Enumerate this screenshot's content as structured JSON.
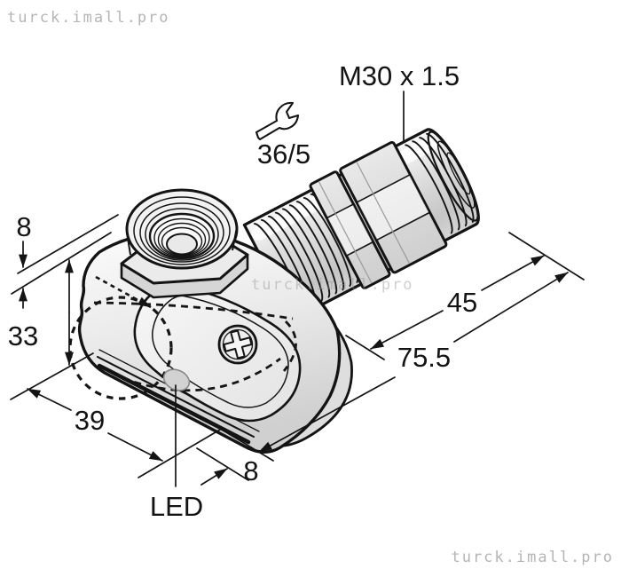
{
  "labels": {
    "thread_spec": "M30 x 1.5",
    "wrench_size": "36/5",
    "led": "LED"
  },
  "dimensions": {
    "port_offset_top": "8",
    "body_height": "33",
    "body_width": "39",
    "rear_offset": "8",
    "thread_length": "45",
    "overall_length": "75.5"
  },
  "watermarks": {
    "top_left": "turck.imall.pro",
    "center": "turck.imall.pro",
    "bottom_right": "turck.imall.pro"
  },
  "icons": {
    "wrench": "open-end-wrench-icon"
  },
  "colors": {
    "line": "#141414",
    "fill_light": "#ececec",
    "fill_mid": "#d8d8d8",
    "watermark": "#b5b5b5",
    "background": "#ffffff"
  }
}
